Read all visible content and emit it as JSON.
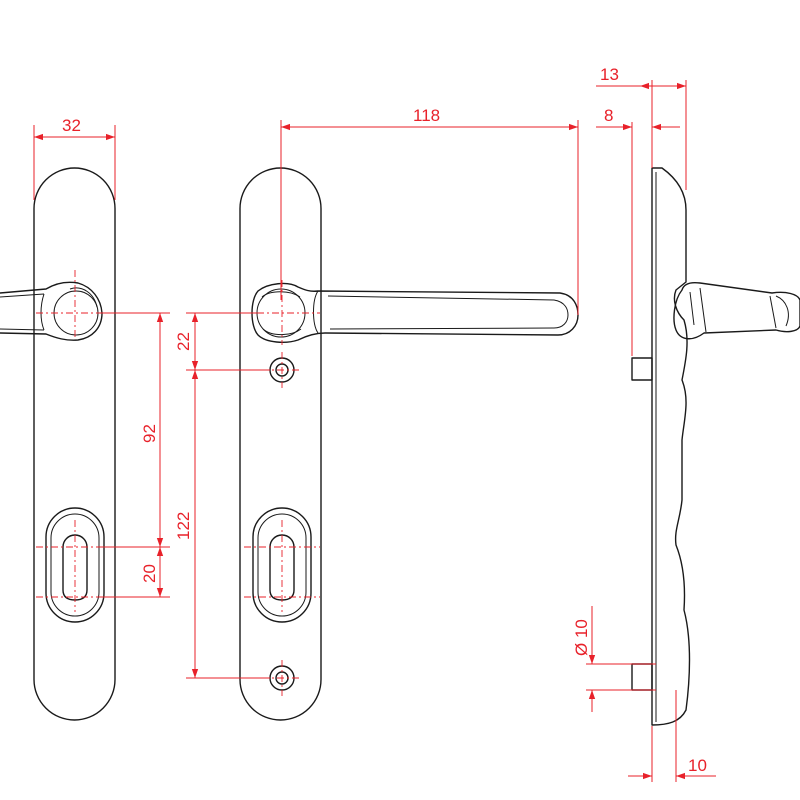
{
  "drawing": {
    "colors": {
      "outline": "#1a1a1a",
      "dimension": "#e8212a",
      "background": "#ffffff"
    },
    "dimensions": {
      "plate_width": "32",
      "handle_length": "118",
      "handle_to_screw": "22",
      "handle_to_cylinder": "92",
      "screw_centers": "122",
      "cylinder_offset": "20",
      "handle_projection": "13",
      "spindle_offset": "8",
      "bolt_diameter": "Ø 10",
      "plate_thickness": "10"
    }
  }
}
